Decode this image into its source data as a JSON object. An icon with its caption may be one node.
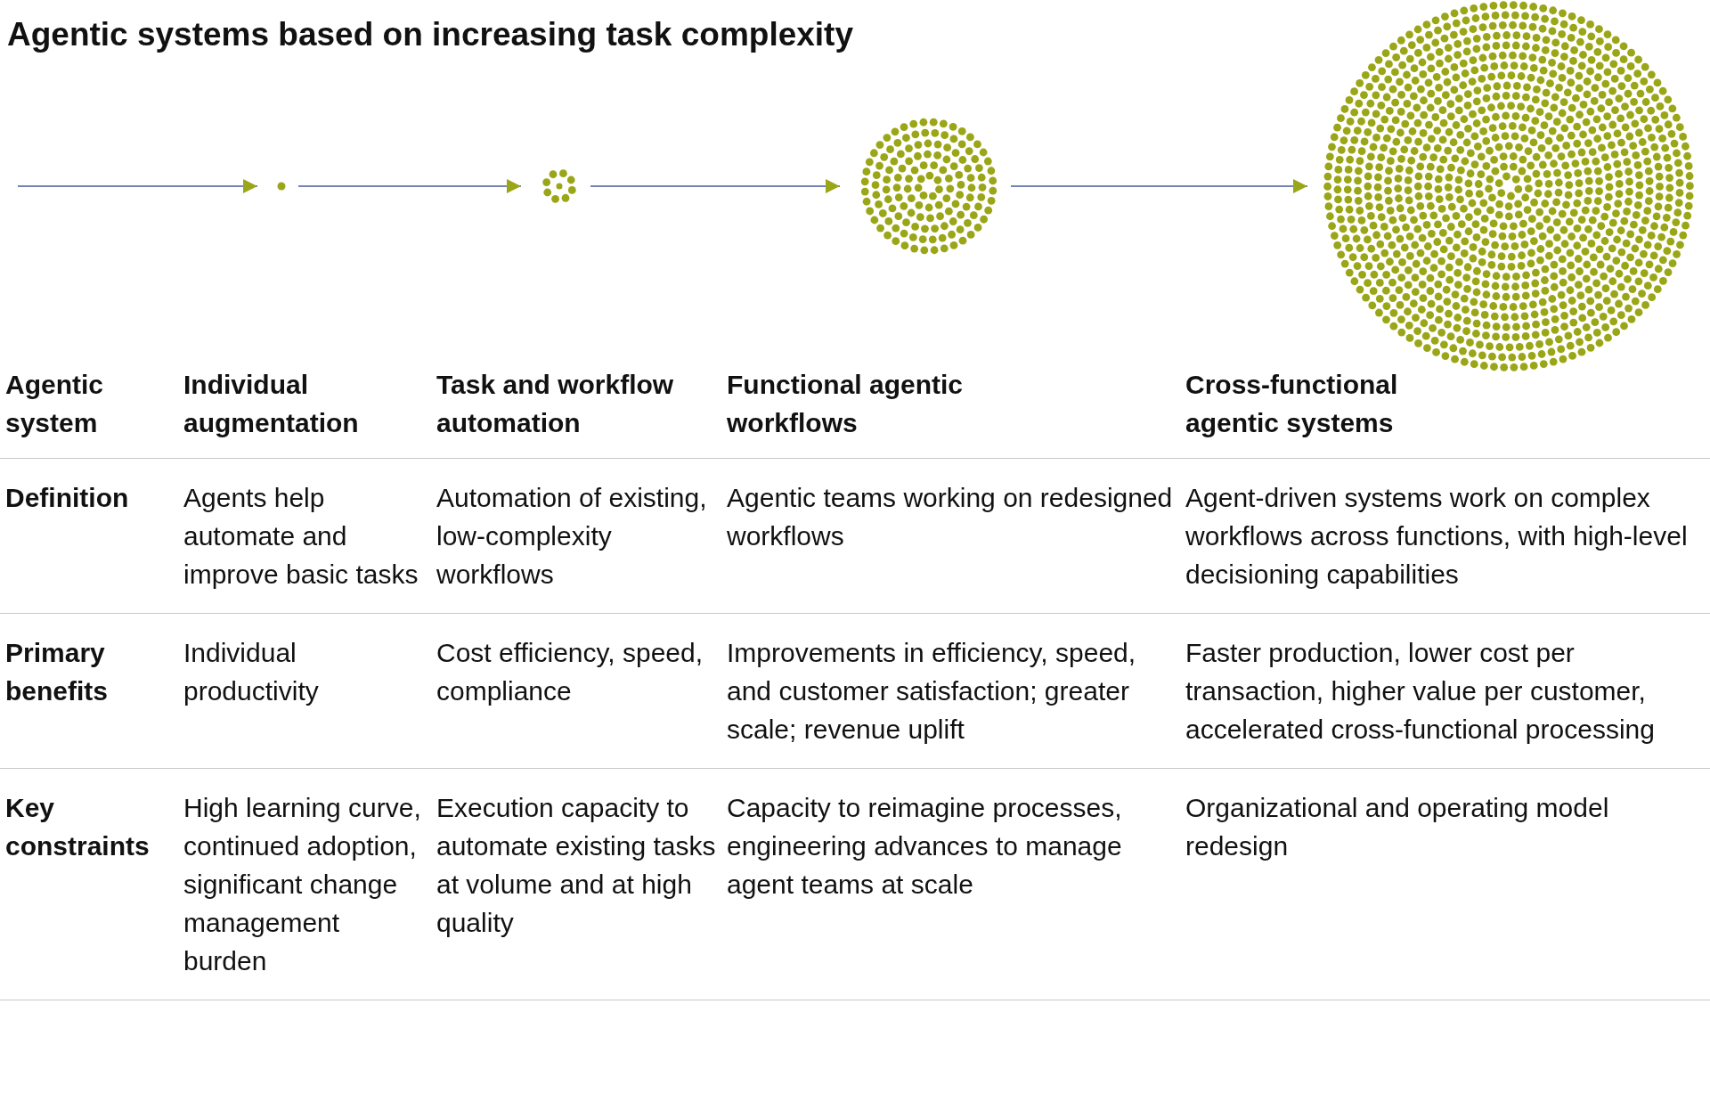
{
  "diagram": {
    "title": "Agentic systems based on increasing task complexity",
    "nodes": [
      {
        "text": [],
        "shape": "circle"
      },
      {
        "text": [],
        "shape": "circle"
      },
      {
        "text": [],
        "shape": "circle"
      },
      {
        "text": [],
        "shape": "circle"
      }
    ],
    "edges": [
      {
        "from": null,
        "to": 0,
        "arrow": "to"
      },
      {
        "from": 0,
        "to": 1,
        "arrow": "to"
      },
      {
        "from": 1,
        "to": 2,
        "arrow": "to"
      },
      {
        "from": 2,
        "to": 3,
        "arrow": "to"
      }
    ],
    "labels": [
      "Agentic system",
      "Individual augmentation",
      "Task and workflow automation",
      "Functional agentic workflows",
      "Cross-functional agentic systems",
      "Definition",
      "Agents help automate and improve basic tasks",
      "Automation of existing, low-complexity workflows",
      "Agentic teams working on redesigned workflows",
      "Agent-driven systems work on complex workflows across functions, with high-level decisioning capabilities",
      "Primary benefits",
      "Individual productivity",
      "Cost efficiency, speed, compliance",
      "Improvements in efficiency, speed, and customer satisfaction; greater scale; revenue uplift",
      "Faster production, lower cost per transaction, higher value per customer, accelerated cross-functional processing",
      "Key constraints",
      "High learning curve, continued adoption, significant change management burden",
      "Execution capacity to automate existing tasks at volume and at high quality",
      "Capacity to reimagine processes, engineering advances to manage agent teams at scale",
      "Organizational and operating model redesign"
    ]
  }
}
